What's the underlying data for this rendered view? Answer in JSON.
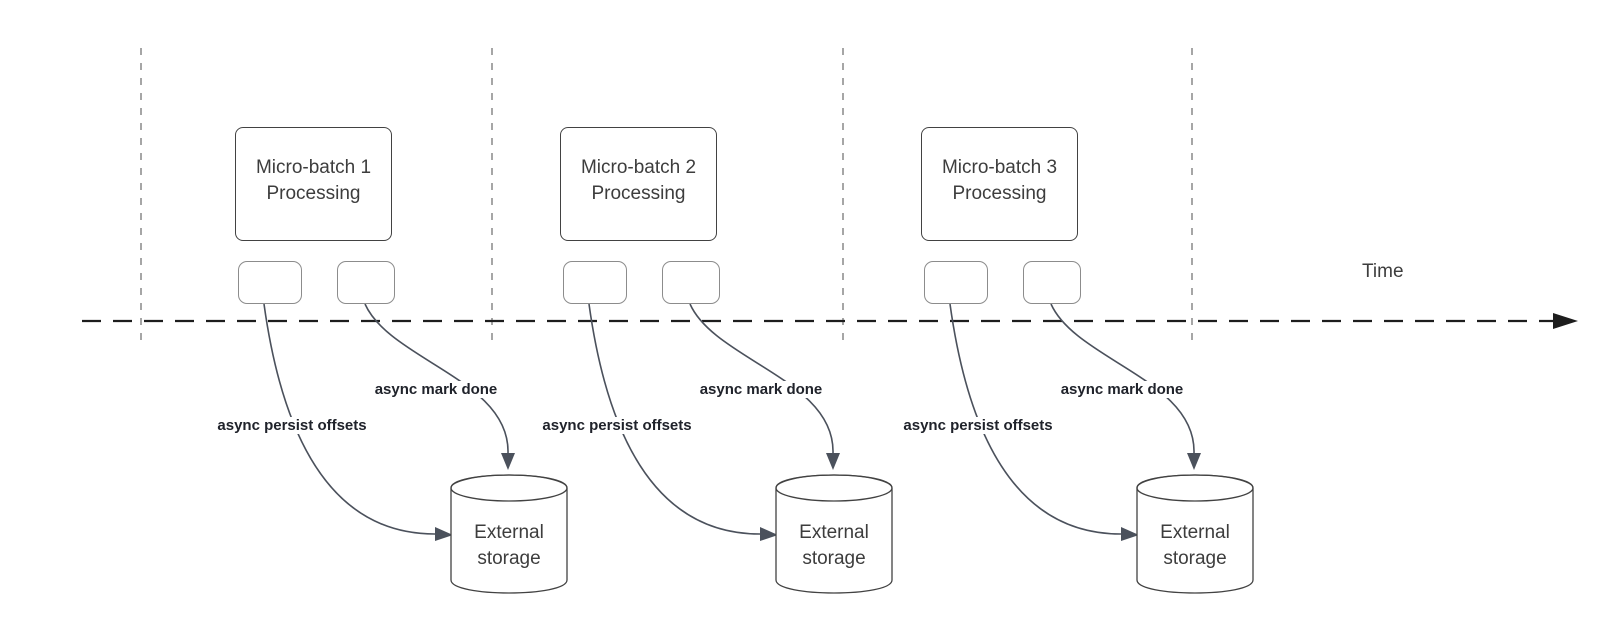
{
  "colors": {
    "background": "#ffffff",
    "timeline": "#1d1d1d",
    "guide_line": "#a6a6a6",
    "box_border": "#424242",
    "small_box_border": "#8c8c8c",
    "curve": "#4b515c",
    "label_text": "#20232b",
    "body_text": "#3d3d3d"
  },
  "diagram": {
    "time_label": "Time",
    "storage_icon": "database-cylinder",
    "batches": [
      {
        "title_line1": "Micro-batch 1",
        "title_line2": "Processing",
        "persist_label": "async persist offsets",
        "done_label": "async mark done",
        "storage_line1": "External",
        "storage_line2": "storage"
      },
      {
        "title_line1": "Micro-batch 2",
        "title_line2": "Processing",
        "persist_label": "async persist offsets",
        "done_label": "async mark done",
        "storage_line1": "External",
        "storage_line2": "storage"
      },
      {
        "title_line1": "Micro-batch 3",
        "title_line2": "Processing",
        "persist_label": "async persist offsets",
        "done_label": "async mark done",
        "storage_line1": "External",
        "storage_line2": "storage"
      }
    ]
  }
}
